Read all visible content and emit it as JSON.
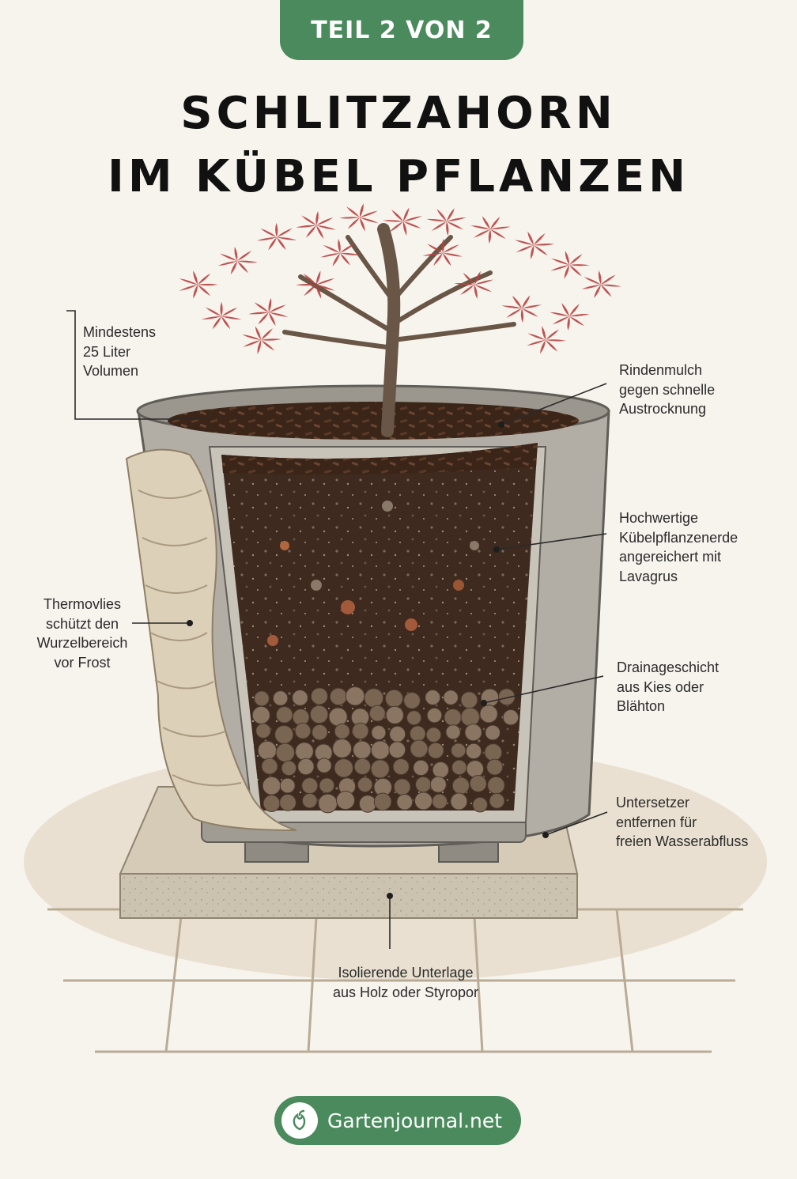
{
  "badge": "TEIL 2 VON 2",
  "title": {
    "line1": "SCHLITZAHORN",
    "line2": "IM KÜBEL PFLANZEN"
  },
  "labels": {
    "volume": "Mindestens\n25 Liter\nVolumen",
    "mulch": "Rindenmulch\ngegen schnelle\nAustrocknung",
    "soil": "Hochwertige\nKübelpflanzenerde\nangereichert mit\nLavagrus",
    "fleece": "Thermovlies\nschützt den\nWurzelbereich\nvor Frost",
    "drainage": "Drainageschicht\naus Kies oder\nBlähton",
    "saucer": "Untersetzer\nentfernen für\nfreien Wasserabfluss",
    "base": "Isolierende Unterlage\naus Holz oder Styropor"
  },
  "footer": {
    "brand": "Gartenjournal.net",
    "logo_icon": "leaf-icon"
  },
  "colors": {
    "accent": "#4a8a5c",
    "leaves": "#b8413f",
    "soil": "#3e2a1f",
    "pot": "#a9a49b"
  }
}
